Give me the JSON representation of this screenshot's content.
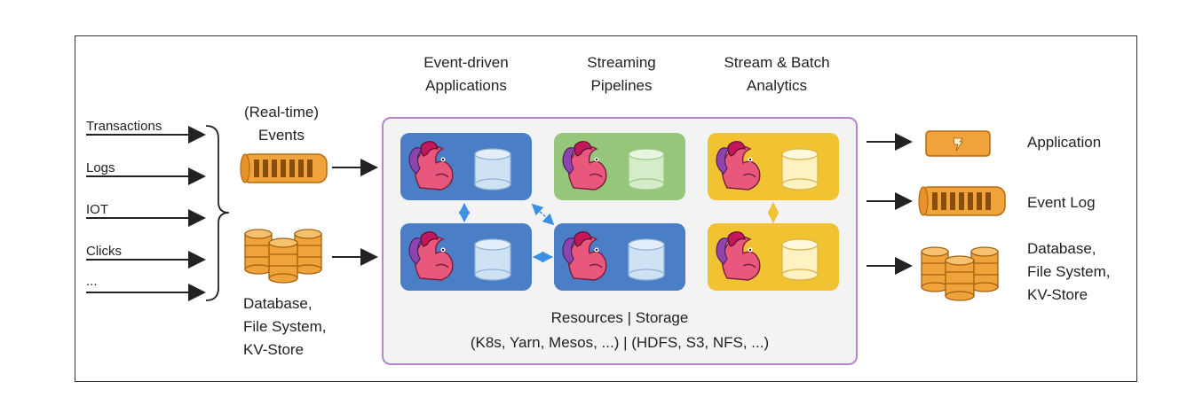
{
  "inputs": [
    "Transactions",
    "Logs",
    "IOT",
    "Clicks",
    "..."
  ],
  "events_label_line1": "(Real-time)",
  "events_label_line2": "Events",
  "db_left_lines": [
    "Database,",
    "File System,",
    "KV-Store"
  ],
  "columns": [
    {
      "line1": "Event-driven",
      "line2": "Applications"
    },
    {
      "line1": "Streaming",
      "line2": "Pipelines"
    },
    {
      "line1": "Stream & Batch",
      "line2": "Analytics"
    }
  ],
  "resources_line1": "Resources | Storage",
  "resources_line2": "(K8s, Yarn, Mesos, ...) | (HDFS, S3, NFS, ...)",
  "outputs": {
    "application": "Application",
    "event_log": "Event Log",
    "db_lines": [
      "Database,",
      "File System,",
      "KV-Store"
    ]
  },
  "colors": {
    "blue": "#4a7ec6",
    "green": "#96c67a",
    "yellow": "#f1c232",
    "orange": "#f0a33a",
    "border_purple": "#b48ac6"
  }
}
